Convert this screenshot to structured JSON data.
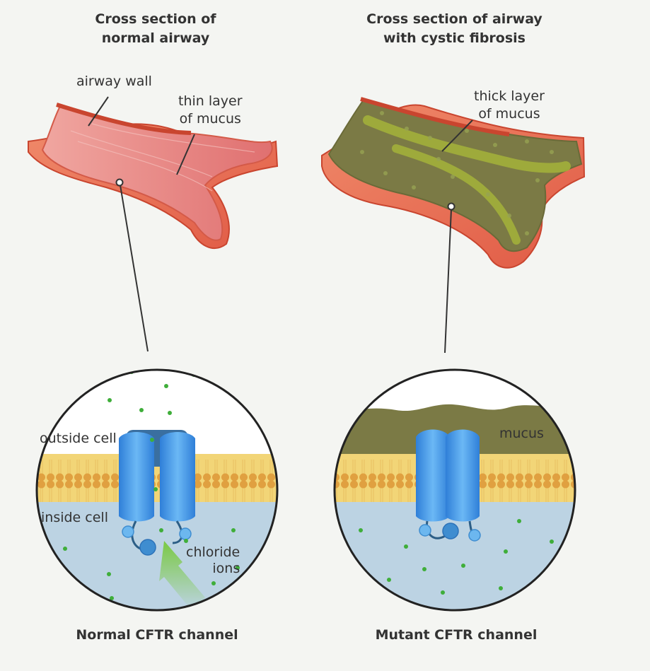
{
  "left_panel": {
    "title_line1": "Cross section of",
    "title_line2": "normal airway",
    "airway_wall_label": "airway wall",
    "mucus_label_line1": "thin layer",
    "mucus_label_line2": "of mucus",
    "outside_cell_label": "outside cell",
    "inside_cell_label": "inside cell",
    "ions_label_line1": "chloride",
    "ions_label_line2": "ions",
    "caption": "Normal CFTR channel"
  },
  "right_panel": {
    "title_line1": "Cross section of airway",
    "title_line2": "with cystic fibrosis",
    "mucus_label_line1": "thick layer",
    "mucus_label_line2": "of mucus",
    "mucus_region_label": "mucus",
    "caption": "Mutant CFTR channel"
  },
  "colors": {
    "background": "#f4f5f2",
    "airway_wall": "#e05a45",
    "airway_inner": "#e88a86",
    "thick_mucus": "#7b7a45",
    "mucus_streak": "#a5b33a",
    "membrane": "#f2d577",
    "phospholipid_head": "#e0a040",
    "inside_cell": "#bcd3e3",
    "channel": "#4a9de8",
    "ion": "#3fae3a",
    "ion_flow_arrow": "#7ac943"
  }
}
